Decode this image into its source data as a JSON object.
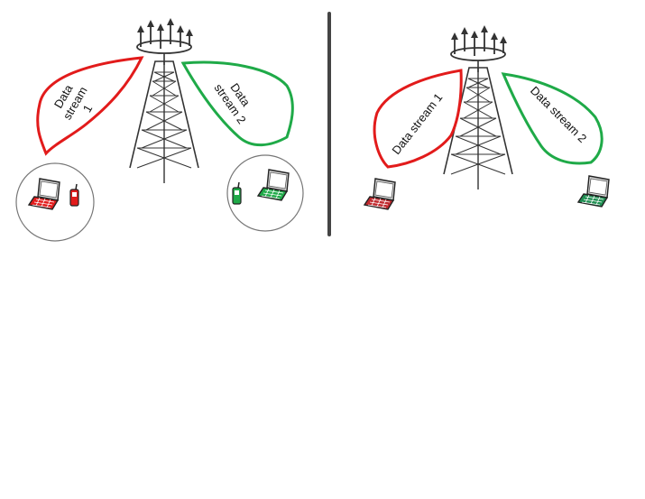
{
  "left_panel": {
    "beam_1_lines": [
      "Data",
      "stream",
      "1"
    ],
    "beam_2_lines": [
      "Data",
      "stream 2"
    ]
  },
  "right_panel": {
    "beam_1_label": "Data stream 1",
    "beam_2_label": "Data stream 2"
  },
  "colors": {
    "stream_1": "#e21b1b",
    "stream_2": "#1faa48",
    "divider": "#444444",
    "tower": "#333333"
  },
  "icons": [
    "antenna-array-icon",
    "cell-tower-icon",
    "laptop-icon",
    "mobile-phone-icon"
  ]
}
